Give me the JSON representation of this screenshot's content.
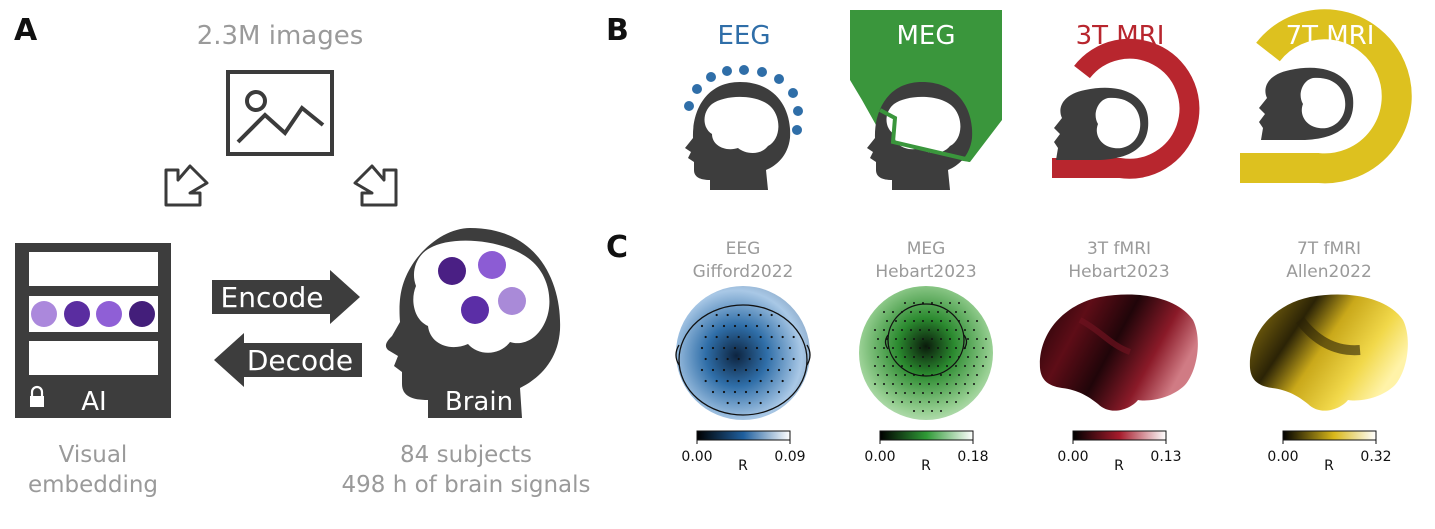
{
  "panels": {
    "a": "A",
    "b": "B",
    "c": "C"
  },
  "panel_a": {
    "images_label": "2.3M images",
    "encode_label": "Encode",
    "decode_label": "Decode",
    "ai_label": "AI",
    "brain_label": "Brain",
    "embedding_line1": "Visual",
    "embedding_line2": "embedding",
    "subjects_line1": "84 subjects",
    "subjects_line2": "498 h of brain signals",
    "dot_colors": [
      "#ab88dc",
      "#5a2da0",
      "#8f5fd6",
      "#431e7a"
    ],
    "brain_dot_colors": [
      "#4a1f84",
      "#8c5cd4",
      "#5b2ea6",
      "#a98ad8"
    ],
    "icons": [
      "image-icon",
      "lock-icon",
      "head-icon"
    ]
  },
  "panel_b": {
    "modalities": [
      {
        "label": "EEG",
        "color": "#2f6ea8"
      },
      {
        "label": "MEG",
        "color": "#3a963c"
      },
      {
        "label": "3T MRI",
        "color": "#b8262e"
      },
      {
        "label": "7T MRI",
        "color": "#ddc11f"
      }
    ]
  },
  "panel_c": {
    "maps": [
      {
        "line1": "EEG",
        "line2": "Gifford2022",
        "min": "0.00",
        "max": "0.09",
        "axis": "R",
        "color": "#2f6ea8"
      },
      {
        "line1": "MEG",
        "line2": "Hebart2023",
        "min": "0.00",
        "max": "0.18",
        "axis": "R",
        "color": "#3a963c"
      },
      {
        "line1": "3T fMRI",
        "line2": "Hebart2023",
        "min": "0.00",
        "max": "0.13",
        "axis": "R",
        "color": "#b8262e"
      },
      {
        "line1": "7T fMRI",
        "line2": "Allen2022",
        "min": "0.00",
        "max": "0.32",
        "axis": "R",
        "color": "#ddc11f"
      }
    ]
  }
}
